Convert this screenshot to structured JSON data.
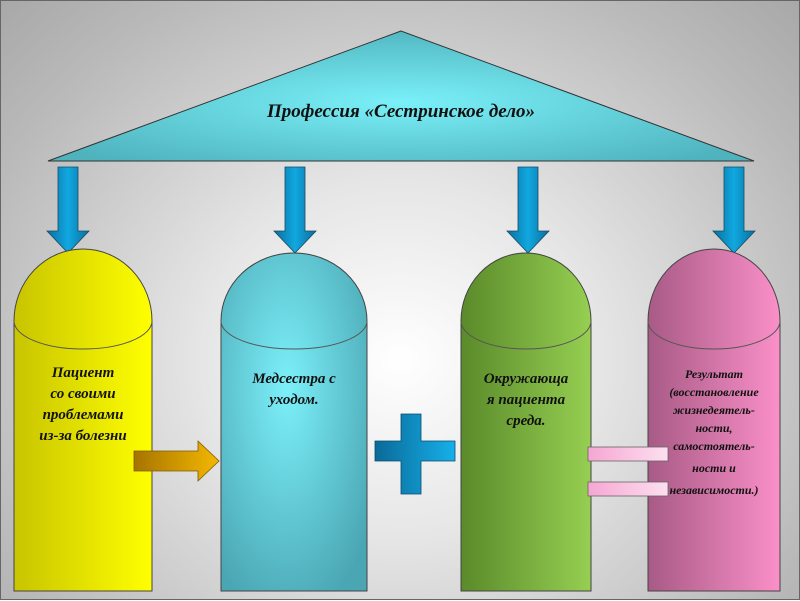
{
  "diagram": {
    "title": "Профессия «Сестринское дело»",
    "columns": [
      {
        "id": "patient",
        "lines": [
          "Пациент",
          "со своими",
          "проблемами",
          "из-за болезни"
        ],
        "color": "#f2f200"
      },
      {
        "id": "nurse",
        "lines": [
          "Медсестра с",
          "уходом."
        ],
        "color": "#5fc9d4"
      },
      {
        "id": "environment",
        "lines": [
          "Окружающа",
          "я пациента",
          "среда."
        ],
        "color": "#7fb845"
      },
      {
        "id": "result",
        "lines": [
          "Результат",
          "(восстановление",
          "жизнедеятель-",
          "ности,",
          "самостоятель-",
          "ности и",
          "независимости.)"
        ],
        "color": "#f08cc0"
      }
    ],
    "connectors": {
      "arrow": "right-arrow",
      "plus": "plus-sign",
      "equals": "equals-sign"
    },
    "colors": {
      "roof": "#6fe0ea",
      "down_arrows": "#0a9ad6",
      "plus": "#1aa0d8",
      "equals": "#f7b8dc",
      "right_arrow": "#d9a300"
    }
  }
}
